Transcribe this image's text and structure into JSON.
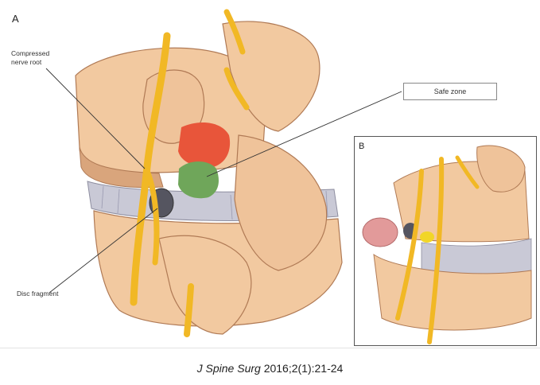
{
  "figure": {
    "panel_a_label": "A",
    "panel_b_label": "B",
    "callouts": {
      "compressed_nerve_root": "Compressed\nnerve root",
      "safe_zone": "Safe zone",
      "disc_fragment": "Disc fragment"
    },
    "colors": {
      "bone": "#f2c9a0",
      "bone_shadow": "#d9a57c",
      "nerve": "#f1b825",
      "disc": "#c9c9d6",
      "danger_zone": "#e8553a",
      "safe_zone": "#6fa65a",
      "disc_fragment": "#555560",
      "annulus": "#e29a9a"
    }
  },
  "citation": {
    "journal": "J Spine Surg",
    "details": " 2016;2(1):21-24"
  }
}
